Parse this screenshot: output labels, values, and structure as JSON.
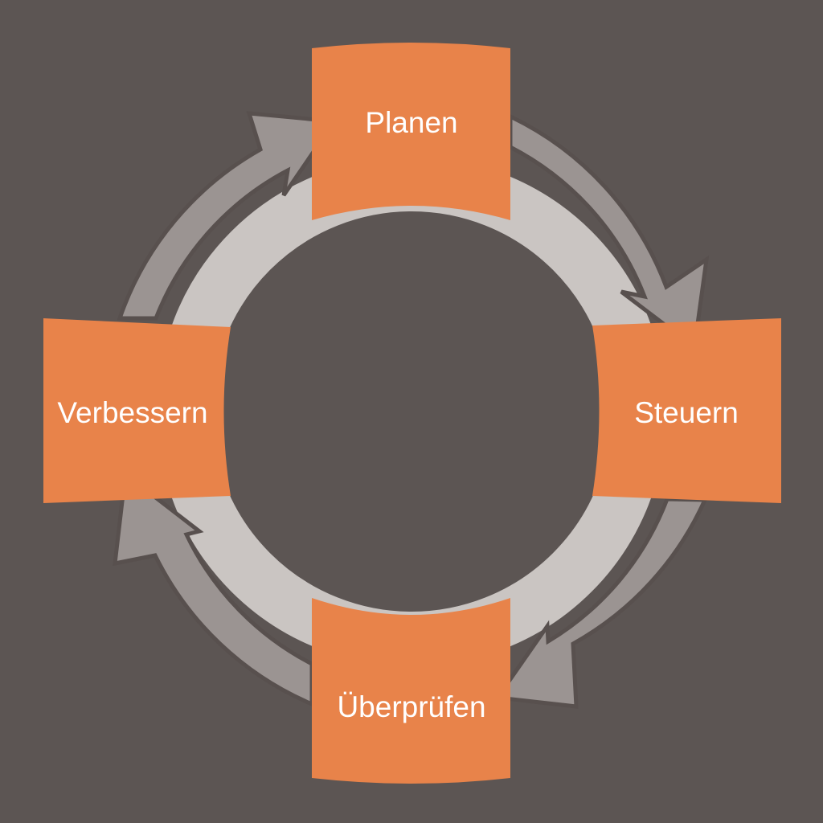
{
  "diagram": {
    "type": "cycle",
    "colors": {
      "background": "#5c5553",
      "ring": "#cac5c2",
      "arrow": "#9b9492",
      "arrow_outline": "#58504e",
      "box": "#e8834a",
      "label": "#ffffff"
    },
    "stages": [
      {
        "id": "planen",
        "label": "Planen"
      },
      {
        "id": "steuern",
        "label": "Steuern"
      },
      {
        "id": "ueberpruefen",
        "label": "Überprüfen"
      },
      {
        "id": "verbessern",
        "label": "Verbessern"
      }
    ],
    "flow": [
      {
        "from": "planen",
        "to": "steuern"
      },
      {
        "from": "steuern",
        "to": "ueberpruefen"
      },
      {
        "from": "ueberpruefen",
        "to": "verbessern"
      },
      {
        "from": "verbessern",
        "to": "planen"
      }
    ]
  }
}
